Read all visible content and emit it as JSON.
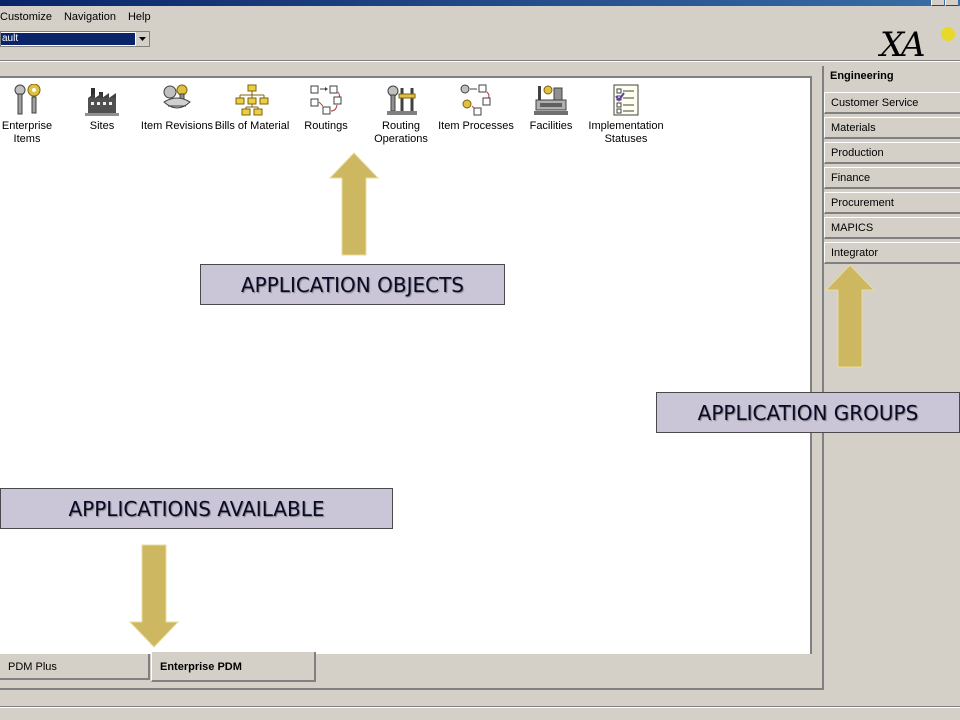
{
  "window": {
    "title_fragment": ""
  },
  "menu": {
    "items": [
      {
        "label": "Customize"
      },
      {
        "label": "Navigation"
      },
      {
        "label": "Help"
      }
    ]
  },
  "combo": {
    "value": "ault"
  },
  "logo": {
    "text": "XA"
  },
  "objects": [
    {
      "label": "Enterprise Items",
      "icon": "enterprise-items-icon"
    },
    {
      "label": "Sites",
      "icon": "factory-icon"
    },
    {
      "label": "Item Revisions",
      "icon": "revisions-icon"
    },
    {
      "label": "Bills of Material",
      "icon": "bom-tree-icon"
    },
    {
      "label": "Routings",
      "icon": "routings-icon"
    },
    {
      "label": "Routing Operations",
      "icon": "routing-operations-icon"
    },
    {
      "label": "Item Processes",
      "icon": "item-processes-icon"
    },
    {
      "label": "Facilities",
      "icon": "facilities-icon"
    },
    {
      "label": "Implementation Statuses",
      "icon": "checklist-icon"
    }
  ],
  "groups": {
    "active": "Engineering",
    "items": [
      {
        "label": "Customer Service"
      },
      {
        "label": "Materials"
      },
      {
        "label": "Production"
      },
      {
        "label": "Finance"
      },
      {
        "label": "Procurement"
      },
      {
        "label": "MAPICS"
      },
      {
        "label": "Integrator"
      }
    ]
  },
  "tabs": [
    {
      "label": "PDM Plus",
      "active": false
    },
    {
      "label": "Enterprise PDM",
      "active": true
    }
  ],
  "callouts": {
    "objects": "APPLICATION OBJECTS",
    "groups": "APPLICATION GROUPS",
    "applications": "APPLICATIONS AVAILABLE"
  },
  "colors": {
    "arrow": "#cdb760",
    "callout_bg": "#cac6d8",
    "selection": "#0a246a"
  }
}
